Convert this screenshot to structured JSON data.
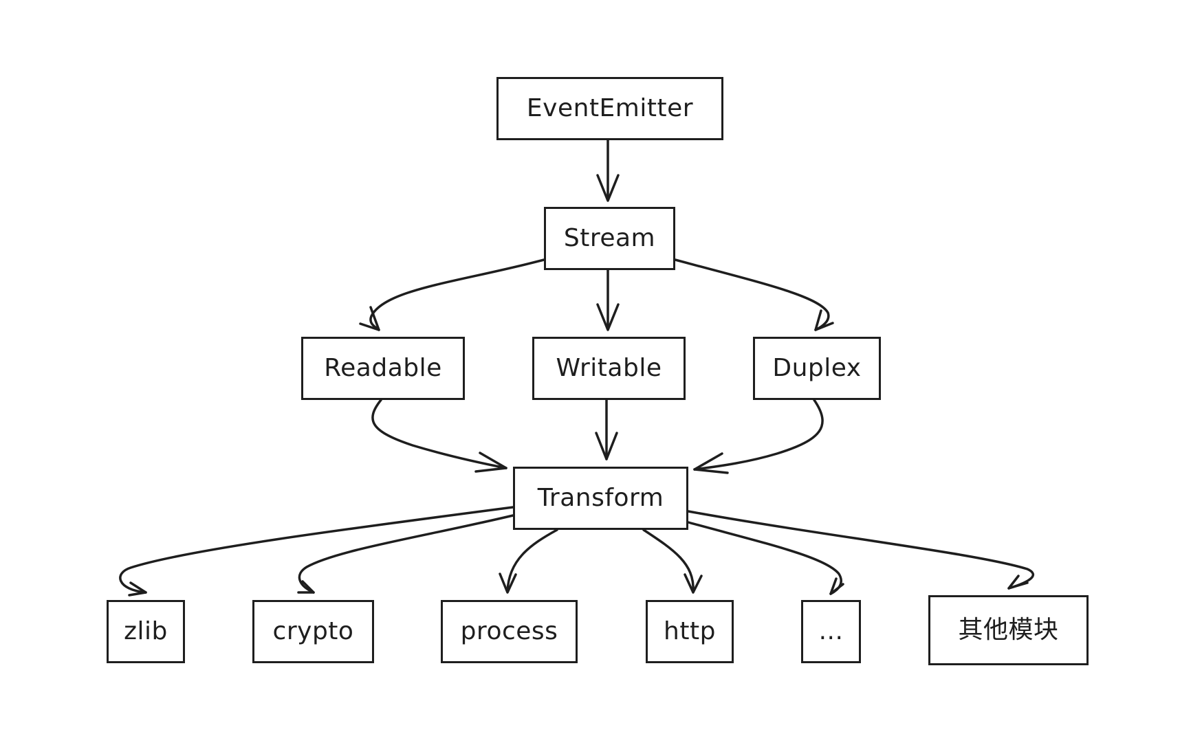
{
  "diagram": {
    "nodes": {
      "eventemitter": "EventEmitter",
      "stream": "Stream",
      "readable": "Readable",
      "writable": "Writable",
      "duplex": "Duplex",
      "transform": "Transform",
      "zlib": "zlib",
      "crypto": "crypto",
      "process": "process",
      "http": "http",
      "ellipsis": "...",
      "other": "其他模块"
    },
    "edges": [
      {
        "from": "EventEmitter",
        "to": "Stream"
      },
      {
        "from": "Stream",
        "to": "Readable"
      },
      {
        "from": "Stream",
        "to": "Writable"
      },
      {
        "from": "Stream",
        "to": "Duplex"
      },
      {
        "from": "Readable",
        "to": "Transform"
      },
      {
        "from": "Writable",
        "to": "Transform"
      },
      {
        "from": "Duplex",
        "to": "Transform"
      },
      {
        "from": "Transform",
        "to": "zlib"
      },
      {
        "from": "Transform",
        "to": "crypto"
      },
      {
        "from": "Transform",
        "to": "process"
      },
      {
        "from": "Transform",
        "to": "http"
      },
      {
        "from": "Transform",
        "to": "..."
      },
      {
        "from": "Transform",
        "to": "其他模块"
      }
    ],
    "colors": {
      "stroke": "#1e1e1e",
      "background": "#ffffff"
    }
  }
}
